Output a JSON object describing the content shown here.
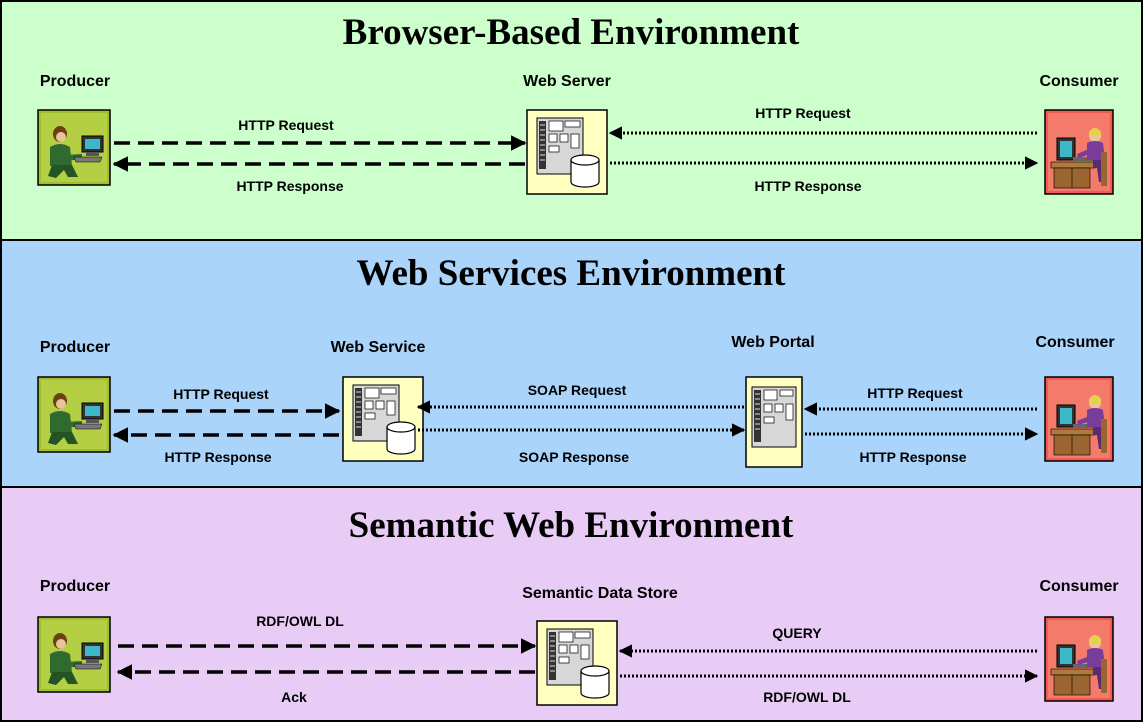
{
  "sections": {
    "browser": {
      "title": "Browser-Based Environment",
      "background": "#ccffcc",
      "producer": "Producer",
      "server": "Web Server",
      "consumer": "Consumer",
      "left_request": "HTTP Request",
      "left_response": "HTTP Response",
      "right_request": "HTTP Request",
      "right_response": "HTTP Response"
    },
    "webservices": {
      "title": "Web Services Environment",
      "background": "#aad4fa",
      "producer": "Producer",
      "service": "Web Service",
      "portal": "Web Portal",
      "consumer": "Consumer",
      "left_request": "HTTP Request",
      "left_response": "HTTP Response",
      "mid_request": "SOAP Request",
      "mid_response": "SOAP Response",
      "right_request": "HTTP Request",
      "right_response": "HTTP Response"
    },
    "semantic": {
      "title": "Semantic Web Environment",
      "background": "#e8ccf5",
      "producer": "Producer",
      "store": "Semantic Data Store",
      "consumer": "Consumer",
      "left_request": "RDF/OWL DL",
      "left_response": "Ack",
      "right_request": "QUERY",
      "right_response": "RDF/OWL DL"
    }
  },
  "colors": {
    "producer_icon_bg": "#9fbf2f",
    "consumer_icon_bg": "#f05a50",
    "server_icon_bg": "#ffffc0"
  },
  "icons": {
    "producer": "producer-workstation-icon",
    "consumer": "consumer-workstation-icon",
    "server": "server-database-icon",
    "portal": "server-icon"
  }
}
